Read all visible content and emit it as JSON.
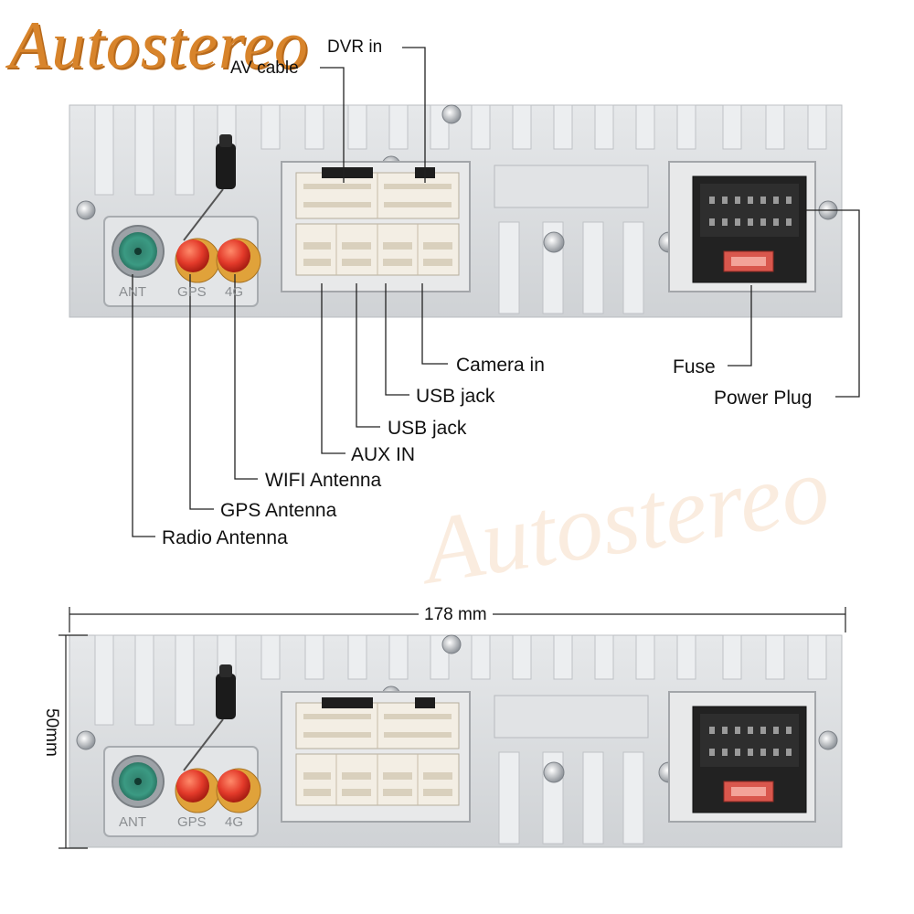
{
  "brand": {
    "logo_text": "Autostereo",
    "watermark_text": "Autostereo",
    "color": "#d8842b"
  },
  "panel_markings": {
    "ant": "ANT",
    "gps": "GPS",
    "fourg": "4G"
  },
  "top_labels": {
    "dvr_in": "DVR in",
    "av_cable": "AV cable"
  },
  "callouts": {
    "camera_in": "Camera in",
    "usb_jack_1": "USB jack",
    "usb_jack_2": "USB jack",
    "aux_in": "AUX IN",
    "wifi_antenna": "WIFI Antenna",
    "gps_antenna": "GPS Antenna",
    "radio_antenna": "Radio Antenna",
    "fuse": "Fuse",
    "power_plug": "Power Plug"
  },
  "dimensions": {
    "width": "178 mm",
    "height": "50mm"
  },
  "colors": {
    "panel": "#d7d9dc",
    "antenna_ant": "#3a8a78",
    "antenna_gps": "#e33a2a",
    "gold": "#e0a23a",
    "fuse": "#d9574d"
  }
}
